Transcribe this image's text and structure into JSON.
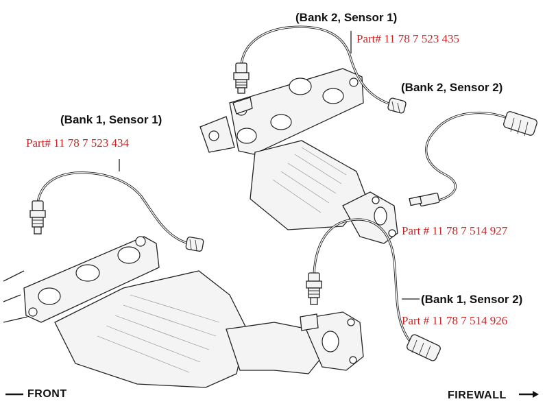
{
  "labels": {
    "b2s1": {
      "name": "(Bank 2, Sensor 1)",
      "part": "Part# 11 78 7 523 435"
    },
    "b2s2": {
      "name": "(Bank 2, Sensor 2)",
      "part": "Part # 11 78 7 514 927"
    },
    "b1s1": {
      "name": "(Bank 1, Sensor 1)",
      "part": "Part# 11 78 7 523 434"
    },
    "b1s2": {
      "name": "(Bank 1, Sensor 2)",
      "part": "Part # 11 78 7 514 926"
    }
  },
  "directions": {
    "front": "FRONT",
    "firewall": "FIREWALL"
  },
  "colors": {
    "part_text": "#cc2222",
    "line": "#222222"
  }
}
